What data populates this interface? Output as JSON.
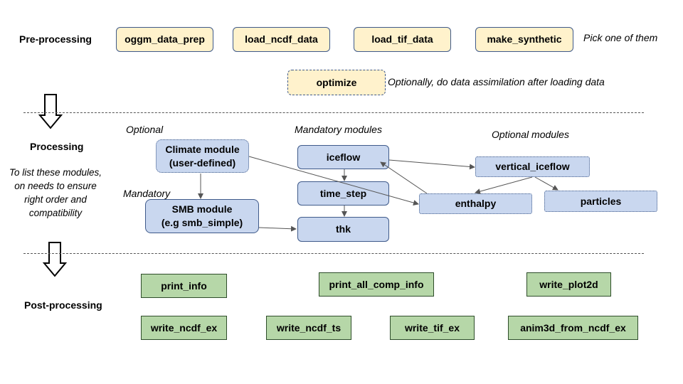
{
  "sections": {
    "pre": "Pre-processing",
    "processing": "Processing",
    "post": "Post-processing"
  },
  "notes": {
    "pick_one": "Pick one of them",
    "optimize_note": "Optionally, do data assimilation after loading data",
    "optional_left": "Optional",
    "mandatory_left": "Mandatory",
    "mandatory_modules": "Mandatory modules",
    "optional_modules": "Optional modules",
    "list_modules": [
      "To list these modules,",
      "on needs to ensure",
      "right order and",
      "compatibility"
    ]
  },
  "pre_boxes": {
    "oggm": "oggm_data_prep",
    "ncdf": "load_ncdf_data",
    "tif": "load_tif_data",
    "synthetic": "make_synthetic",
    "optimize": "optimize"
  },
  "proc_boxes": {
    "climate": [
      "Climate module",
      "(user-defined)"
    ],
    "smb": [
      "SMB module",
      "(e.g smb_simple)"
    ],
    "iceflow": "iceflow",
    "time_step": "time_step",
    "thk": "thk",
    "vertical_iceflow": "vertical_iceflow",
    "enthalpy": "enthalpy",
    "particles": "particles"
  },
  "post_boxes": {
    "print_info": "print_info",
    "print_all": "print_all_comp_info",
    "write_plot2d": "write_plot2d",
    "write_ncdf_ex": "write_ncdf_ex",
    "write_ncdf_ts": "write_ncdf_ts",
    "write_tif_ex": "write_tif_ex",
    "anim3d": "anim3d_from_ncdf_ex"
  },
  "colors": {
    "pre_fill": "#fff2cc",
    "proc_fill": "#c9d7ef",
    "post_fill": "#b6d7a8",
    "border_blue": "#3f5a8a",
    "arrow": "#555555"
  }
}
